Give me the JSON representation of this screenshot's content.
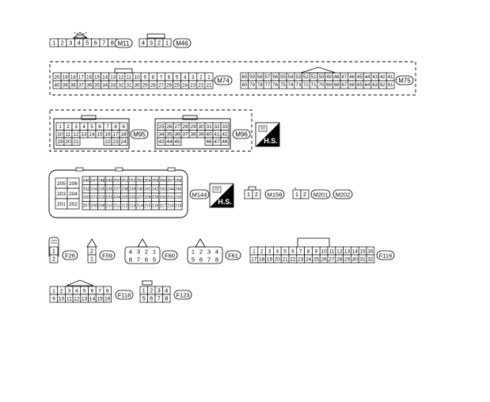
{
  "connectors": [
    {
      "id": "M11",
      "rows": [
        [
          "1",
          "2",
          "3",
          "4",
          "5",
          "6",
          "7",
          "8"
        ]
      ]
    },
    {
      "id": "M46",
      "rows": [
        [
          "4",
          "3",
          "2",
          "1"
        ]
      ]
    },
    {
      "id": "M74",
      "rows": [
        [
          "20",
          "19",
          "18",
          "17",
          "16",
          "15",
          "14",
          "13",
          "12",
          "11",
          "10",
          "9",
          "8",
          "7",
          "6",
          "5",
          "4",
          "3",
          "2",
          "1"
        ],
        [
          "40",
          "39",
          "38",
          "37",
          "36",
          "35",
          "34",
          "33",
          "32",
          "31",
          "30",
          "29",
          "28",
          "27",
          "26",
          "25",
          "24",
          "23",
          "22",
          "21"
        ]
      ]
    },
    {
      "id": "M75",
      "rows": [
        [
          "60",
          "59",
          "58",
          "57",
          "56",
          "55",
          "54",
          "53",
          "52",
          "51",
          "50",
          "49",
          "48",
          "47",
          "46",
          "45",
          "44",
          "43",
          "42",
          "41"
        ],
        [
          "80",
          "79",
          "78",
          "77",
          "76",
          "75",
          "74",
          "73",
          "72",
          "71",
          "70",
          "69",
          "68",
          "67",
          "66",
          "65",
          "64",
          "63",
          "62",
          "61"
        ]
      ]
    },
    {
      "id": "M95",
      "rows": [
        [
          "1",
          "2",
          "3",
          "4",
          "5",
          "6",
          "7",
          "8",
          "9"
        ],
        [
          "10",
          "11",
          "12",
          "13",
          "14",
          "15",
          "16",
          "17",
          "18"
        ],
        [
          "19",
          "20",
          "21",
          "",
          "",
          "",
          "22",
          "23",
          "24"
        ]
      ]
    },
    {
      "id": "M96",
      "rows": [
        [
          "25",
          "26",
          "27",
          "28",
          "29",
          "30",
          "31",
          "32",
          "33"
        ],
        [
          "34",
          "35",
          "36",
          "37",
          "38",
          "39",
          "40",
          "41",
          "42"
        ],
        [
          "43",
          "44",
          "45",
          "",
          "",
          "",
          "46",
          "47",
          "48"
        ]
      ]
    },
    {
      "id": "M144",
      "left": [
        [
          "205",
          "206"
        ],
        [
          "203",
          "204"
        ],
        [
          "201",
          "202"
        ]
      ],
      "rows": [
        [
          "246",
          "247",
          "248",
          "249",
          "250",
          "251",
          "252",
          "253",
          "254",
          "255",
          "256",
          "257",
          "258"
        ],
        [
          "233",
          "234",
          "235",
          "236",
          "237",
          "238",
          "239",
          "240",
          "241",
          "242",
          "243",
          "244",
          "245"
        ],
        [
          "220",
          "221",
          "222",
          "223",
          "224",
          "225",
          "226",
          "227",
          "228",
          "229",
          "230",
          "231",
          "232"
        ],
        [
          "207",
          "208",
          "209",
          "210",
          "211",
          "212",
          "213",
          "214",
          "215",
          "216",
          "217",
          "218",
          "219"
        ]
      ]
    },
    {
      "id": "M158",
      "rows": [
        [
          "1",
          "2"
        ]
      ]
    },
    {
      "id": "M201",
      "rows": [
        [
          "1",
          "2"
        ]
      ]
    },
    {
      "id": "M202"
    },
    {
      "id": "F26",
      "rows": [
        [
          "1"
        ],
        [
          "2"
        ]
      ]
    },
    {
      "id": "F59",
      "rows": [
        [
          "2"
        ],
        [
          "1"
        ]
      ]
    },
    {
      "id": "F60",
      "rows": [
        [
          "4",
          "3",
          "2",
          "1"
        ],
        [
          "8",
          "7",
          "6",
          "5"
        ]
      ]
    },
    {
      "id": "F61",
      "rows": [
        [
          "1",
          "2",
          "3",
          "4"
        ],
        [
          "5",
          "6",
          "7",
          "8"
        ]
      ]
    },
    {
      "id": "F116",
      "rows": [
        [
          "1",
          "2",
          "3",
          "4",
          "5",
          "6",
          "7",
          "8",
          "9",
          "10",
          "11",
          "12",
          "13",
          "14",
          "15",
          "16"
        ],
        [
          "17",
          "18",
          "19",
          "20",
          "21",
          "22",
          "23",
          "24",
          "25",
          "26",
          "27",
          "28",
          "29",
          "30",
          "31",
          "32"
        ]
      ]
    },
    {
      "id": "F118",
      "rows": [
        [
          "1",
          "2",
          "3",
          "4",
          "5",
          "6",
          "7",
          "8"
        ],
        [
          "9",
          "10",
          "11",
          "12",
          "13",
          "14",
          "15",
          "16"
        ]
      ]
    },
    {
      "id": "F123",
      "rows": [
        [
          "1",
          "2",
          "3",
          "4"
        ],
        [
          "5",
          "6",
          "7",
          "8"
        ]
      ]
    }
  ],
  "badges": {
    "hs": "H.S.",
    "separator": ","
  }
}
